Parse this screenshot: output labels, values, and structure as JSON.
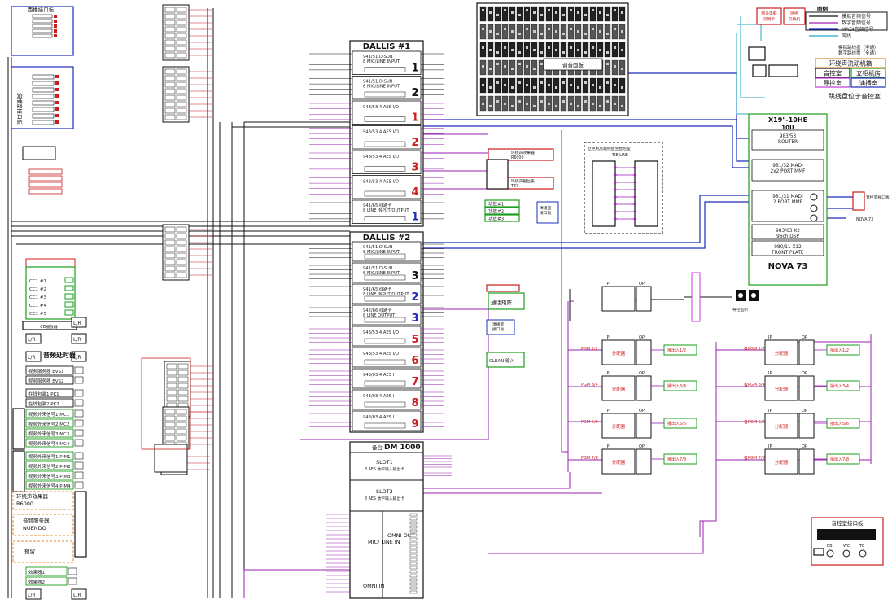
{
  "legend": {
    "title": "图例",
    "items": [
      {
        "label": "模拟音频信号",
        "color": "#111111"
      },
      {
        "label": "数字音频信号",
        "color": "#9a1fb0"
      },
      {
        "label": "MADI音频信号",
        "color": "#1d2cb8"
      },
      {
        "label": "网线",
        "color": "#23a9c9"
      }
    ],
    "notes": [
      "模拟跳线盘（半通）",
      "数字跳线盘（全通）"
    ],
    "rooms": [
      {
        "label": "环绕声流动机箱",
        "color": "#e08a2a"
      },
      {
        "label": "音控室",
        "color": "#111111"
      },
      {
        "label": "立柜机房",
        "color": "#1a9d1a"
      },
      {
        "label": "导控室",
        "color": "#c23bd4"
      },
      {
        "label": "演播室",
        "color": "#1d2cb8"
      }
    ],
    "footer": "跳线盘位于音控室"
  },
  "dallis1": {
    "title": "DALLIS #1",
    "cards": [
      {
        "num": "1",
        "line1": "941/51  D-SUB",
        "line2": "8 MIC/LINE INPUT"
      },
      {
        "num": "2",
        "line1": "941/51  D-SUB",
        "line2": "8 MIC/LINE INPUT"
      },
      {
        "num": "1",
        "line1": "",
        "line2": "943/53 4 AES I/O"
      },
      {
        "num": "2",
        "line1": "",
        "line2": "943/53 4 AES I/O"
      },
      {
        "num": "3",
        "line1": "",
        "line2": "943/53 4 AES I/O"
      },
      {
        "num": "4",
        "line1": "",
        "line2": "943/53 4 AES I/O"
      },
      {
        "num": "1",
        "line1": "941/65  线路卡",
        "line2": "8 LINE INPUT/OUTPUT"
      }
    ]
  },
  "dallis2": {
    "title": "DALLIS #2",
    "cards": [
      {
        "num": "",
        "line1": "941/51  D-SUB",
        "line2": "8 MIC/LINE INPUT"
      },
      {
        "num": "3",
        "line1": "941/51  D-SUB",
        "line2": "8 MIC/LINE INPUT"
      },
      {
        "num": "2",
        "line1": "941/65  线路卡",
        "line2": "8 LINE INPUT/OUTPUT"
      },
      {
        "num": "3",
        "line1": "942/66  线路卡",
        "line2": "8 LINE OUTPUT"
      },
      {
        "num": "5",
        "line1": "",
        "line2": "943/53 4 AES I/O"
      },
      {
        "num": "6",
        "line1": "",
        "line2": "943/53 4 AES I/O"
      },
      {
        "num": "7",
        "line1": "",
        "line2": "943/03 4 AES I"
      },
      {
        "num": "8",
        "line1": "",
        "line2": "943/03 4 AES I"
      },
      {
        "num": "9",
        "line1": "",
        "line2": "943/03 4 AES I"
      }
    ]
  },
  "nova": {
    "header1": "X19\"-10HE",
    "header2": "10U",
    "title": "NOVA 73",
    "cards": [
      {
        "line1": "983/53",
        "line2": "ROUTER"
      },
      {
        "line1": "981/32 MADI",
        "line2": "2x2 PORT MMF"
      },
      {
        "line1": "981/31 MADI",
        "line2": "2 PORT MMF"
      },
      {
        "line1": "983/03 X2",
        "line2": "96ch DSP"
      },
      {
        "line1": "980/11 X12",
        "line2": "FRONT PLATE"
      }
    ],
    "sideLabel": "音控室接口板",
    "outLabel": "NOVA 73"
  },
  "dm1000": {
    "title": "DM 1000",
    "prefix": "备台",
    "slot1": "SLOT1",
    "slot1sub": "8 AES 数字输入输出卡",
    "slot2": "SLOT2",
    "slot2sub": "8 AES 数字输入输出卡",
    "micLine": "MIC/ LINE IN",
    "omniOut": "OMNI OUT",
    "omniIn": "OMNI IN"
  },
  "console": {
    "label": "调音面板"
  },
  "topRight": {
    "box1": "网关电脑\n双网卡",
    "box2": "网络\n交换机"
  },
  "studioPanel": {
    "title": "立柜机房跳线盘至音控室",
    "sub": "TIE-LINE"
  },
  "left": {
    "studio": "西播接口板",
    "hall": "演播室接口板",
    "cd": "CD播放器",
    "cc": [
      "CC1 #1",
      "CC1 #2",
      "CC1 #3",
      "CC1 #4",
      "CC1 #5"
    ],
    "delay": "音频延时器",
    "evs": [
      "视频服务器 EVS1",
      "视频服务器 EVS2"
    ],
    "pk": [
      "在线包装1 PK1",
      "在线包装2 PK2"
    ],
    "mc": [
      "视频外来信号1 MC1",
      "视频外来信号2 MC2",
      "视频外来信号3 MC3",
      "视频外来信号4 MC4"
    ],
    "p": [
      "视频外来信号1 P-M1",
      "视频外来信号2 P-M2",
      "视频外来信号3 P-M3",
      "视频外来信号4 P-M4"
    ],
    "surround": "环绕声效果器\nR6000",
    "nuendo": "音频服务器\nNUENDO",
    "reserve": "预留",
    "fx": [
      "效果器1",
      "效果器2"
    ],
    "lr": "L/R"
  },
  "middle": {
    "r6000": "环绕声效果器\nR6000",
    "t87": "环绕声相位表\nT87",
    "funcs": [
      "功放#1",
      "功放#2",
      "功放#3"
    ],
    "studioBox": "演播室\n接口板",
    "callMatrix": "通话矩阵",
    "clean": "CLEAN 输入",
    "hallIface": "演播室\n接口板"
  },
  "right": {
    "splitLabel": "分配器",
    "pgm": [
      "PGM 1/2",
      "PGM 3/4",
      "PGM 5/6",
      "PGM 7/8"
    ],
    "pgmB": [
      "备PGM 1/2",
      "备PGM 3/4",
      "备PGM 5/6",
      "备PGM 7/8"
    ],
    "outs": [
      "播出入1/2",
      "播出入3/4",
      "播出入5/6",
      "播出入7/8"
    ],
    "monitor": "导控监听",
    "bottomPanel": "音控室接口板",
    "b1": "BB",
    "b2": "WC",
    "b3": "TC",
    "bnote": "BNC",
    "ipop": [
      "IP",
      "OP"
    ]
  }
}
